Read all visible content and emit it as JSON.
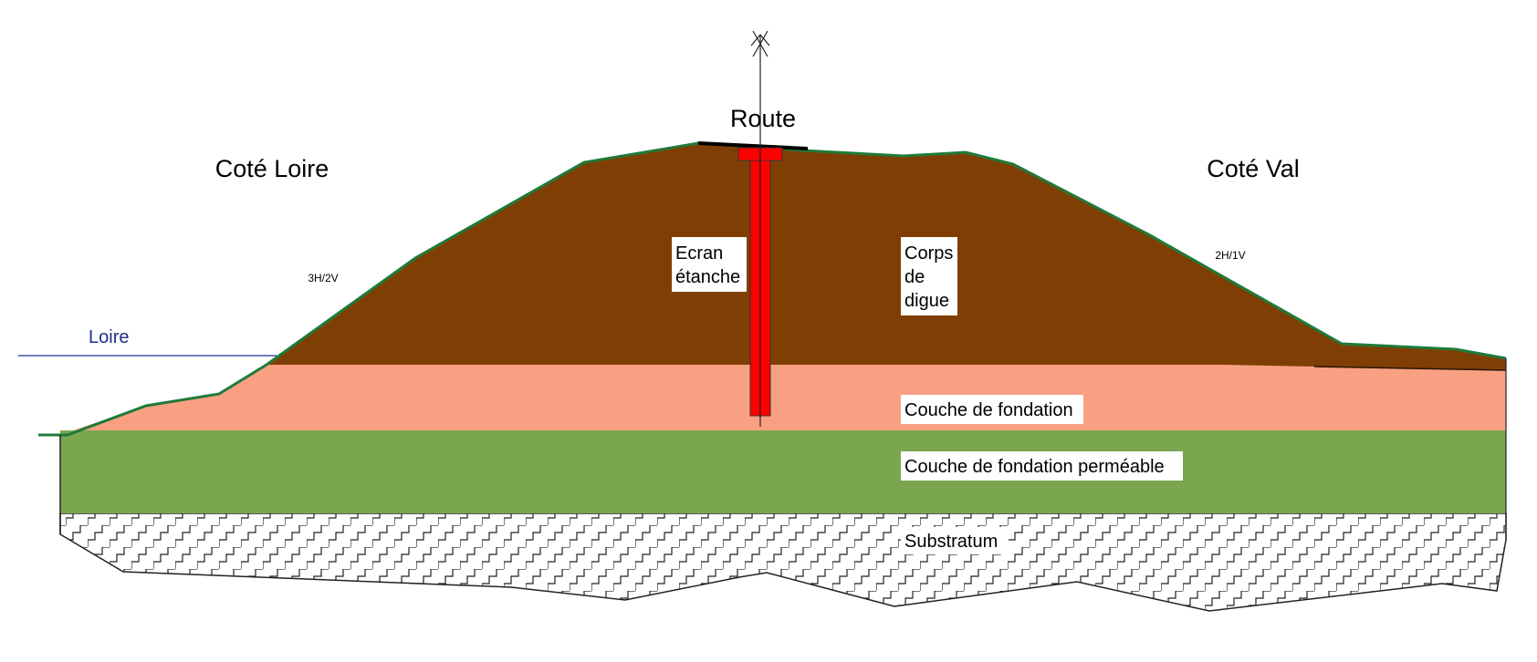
{
  "labels": {
    "road": "Route",
    "side_left": "Coté Loire",
    "side_right": "Coté Val",
    "slope_left": "3H/2V",
    "slope_right": "2H/1V",
    "river": "Loire",
    "cutoff_wall_line1": "Ecran",
    "cutoff_wall_line2": "étanche",
    "embankment_line1": "Corps",
    "embankment_line2": "de",
    "embankment_line3": "digue",
    "foundation_layer": "Couche de fondation",
    "permeable_layer": "Couche de fondation perméable",
    "bedrock": "Substratum"
  },
  "colors": {
    "embankment": "#7f3f04",
    "foundation": "#f9a083",
    "permeable": "#7aa650",
    "cutoff_wall": "#ff0000",
    "surface_line": "#1f7a3a",
    "river_line": "#1f2f8f",
    "river_text": "#1f2f8f"
  }
}
